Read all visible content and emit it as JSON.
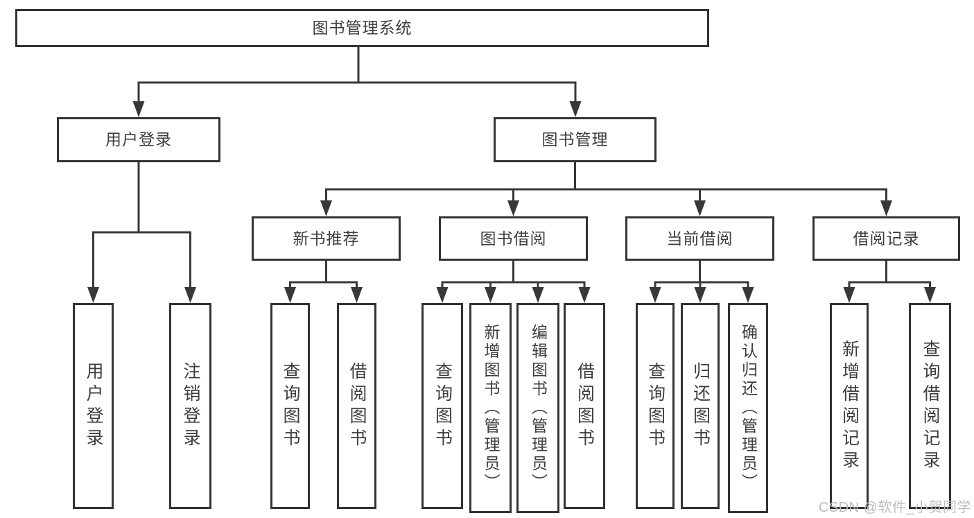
{
  "tree": {
    "root": {
      "label": "图书管理系统"
    },
    "branches": [
      {
        "label": "用户登录",
        "children": [
          {
            "label": "用户登录"
          },
          {
            "label": "注销登录"
          }
        ]
      },
      {
        "label": "图书管理",
        "groups": [
          {
            "label": "新书推荐",
            "children": [
              {
                "label": "查询图书"
              },
              {
                "label": "借阅图书"
              }
            ]
          },
          {
            "label": "图书借阅",
            "children": [
              {
                "label": "查询图书"
              },
              {
                "label": "新增图书（管理员）"
              },
              {
                "label": "编辑图书（管理员）"
              },
              {
                "label": "借阅图书"
              }
            ]
          },
          {
            "label": "当前借阅",
            "children": [
              {
                "label": "查询图书"
              },
              {
                "label": "归还图书"
              },
              {
                "label": "确认归还（管理员）"
              }
            ]
          },
          {
            "label": "借阅记录",
            "children": [
              {
                "label": "新增借阅记录"
              },
              {
                "label": "查询借阅记录"
              }
            ]
          }
        ]
      }
    ]
  },
  "watermark": "CSDN @软件_小贺同学",
  "colors": {
    "line": "#383838",
    "border": "#333333",
    "text": "#3d3d3d",
    "background": "#ffffff",
    "watermark": "#bdbdbd"
  }
}
